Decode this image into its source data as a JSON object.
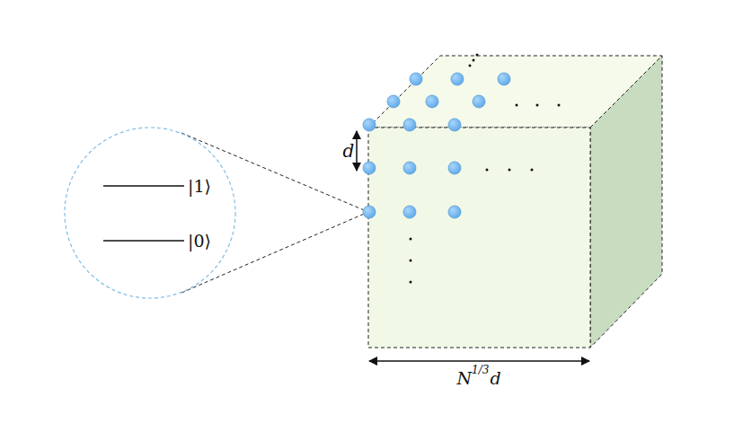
{
  "diagram": {
    "nodes": [
      {
        "text": [
          "|1⟩",
          "|0⟩"
        ]
      }
    ],
    "labels": [
      "d",
      "N",
      "1/3",
      "d"
    ]
  }
}
